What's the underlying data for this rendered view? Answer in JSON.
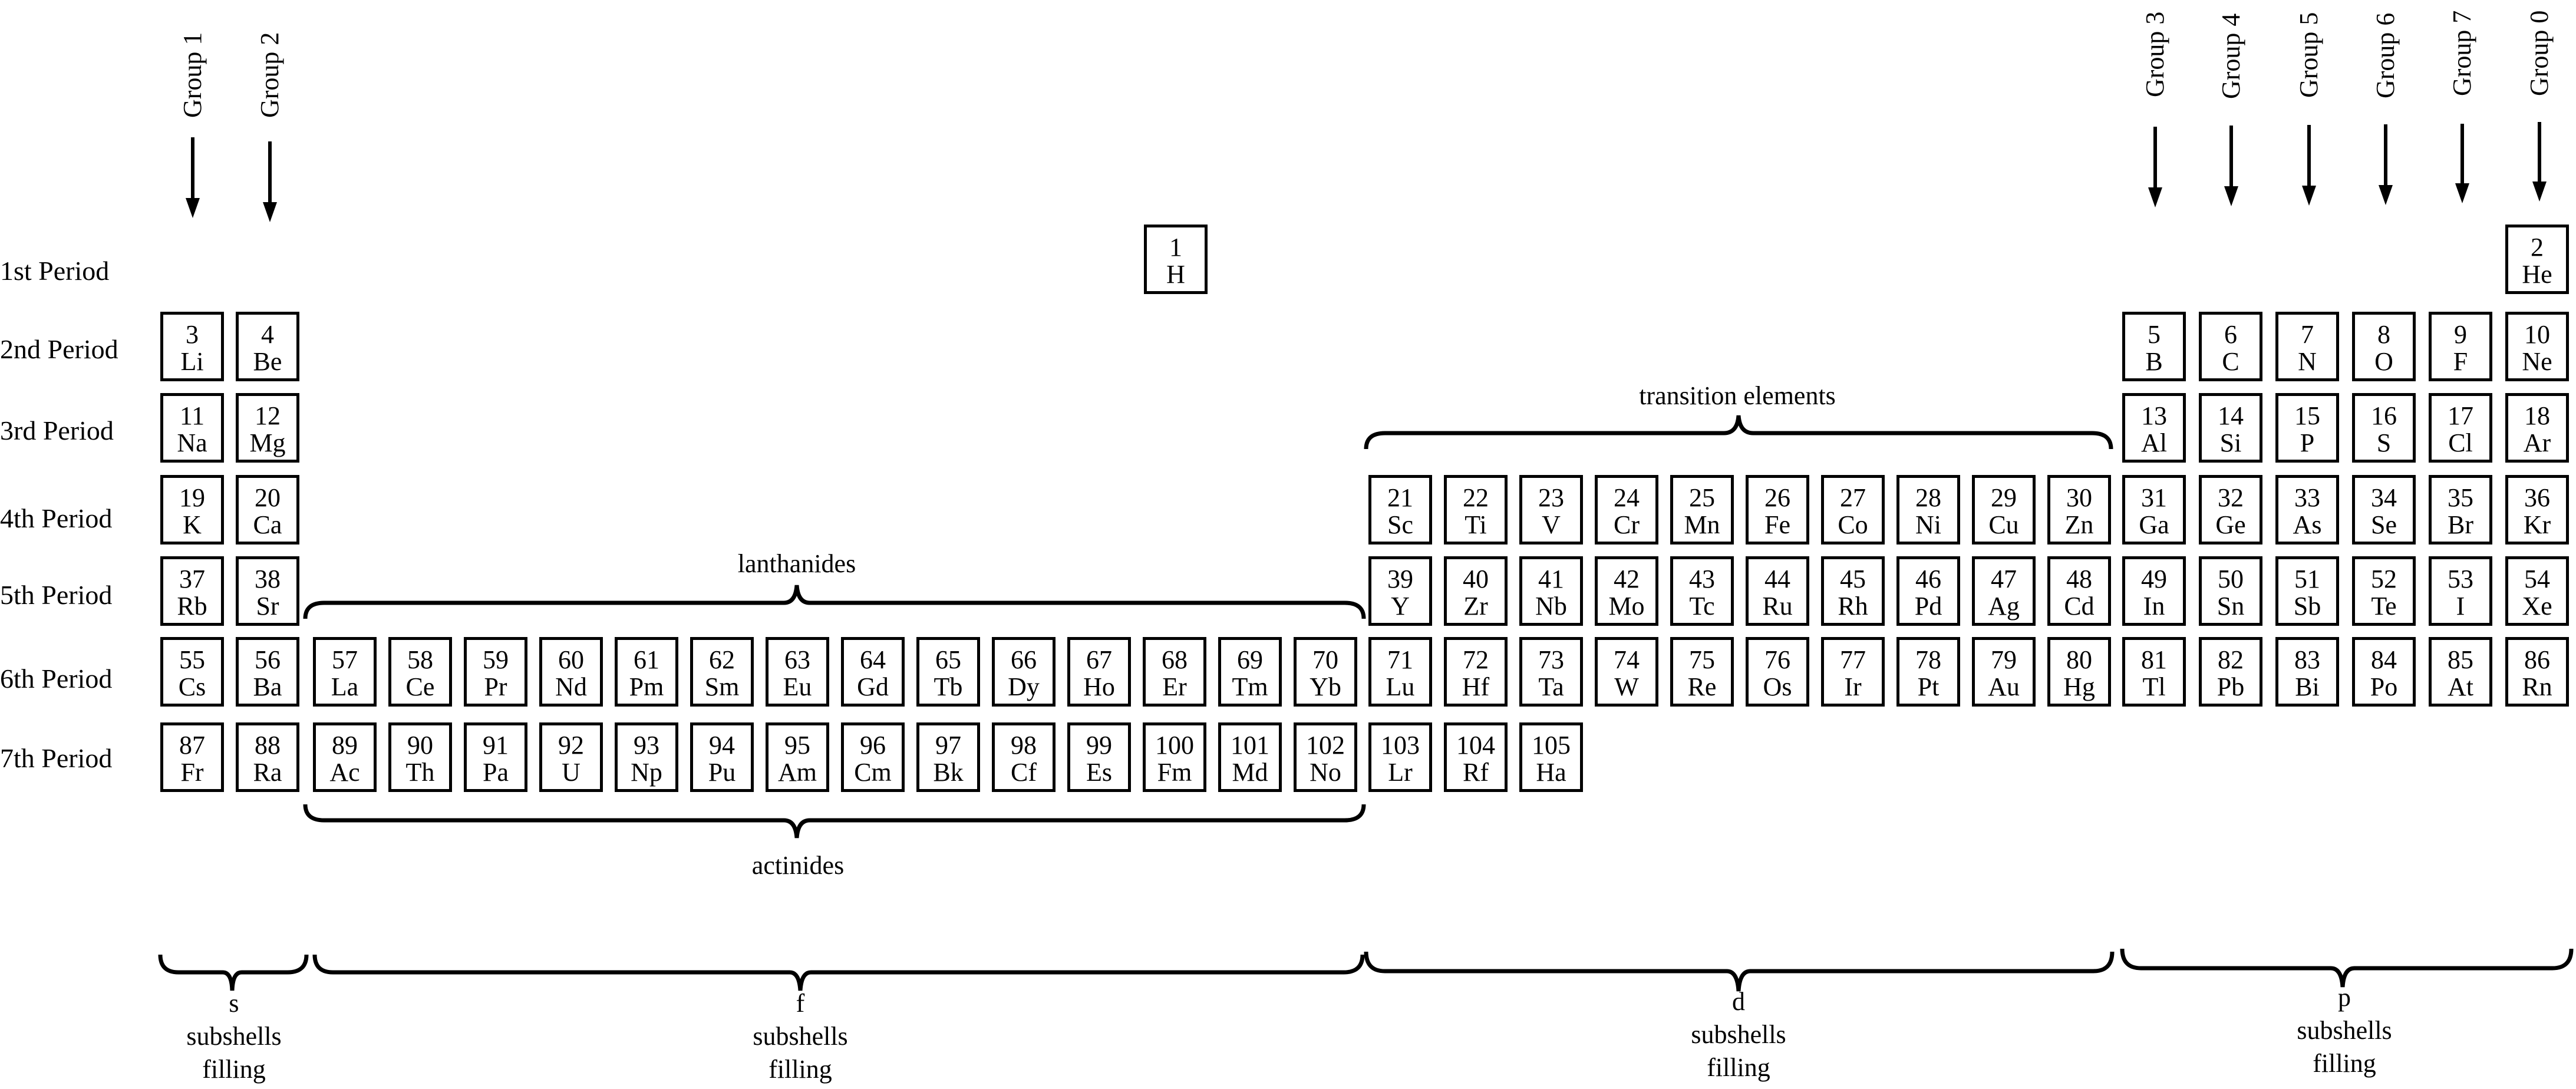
{
  "periods": [
    {
      "label": "1st Period"
    },
    {
      "label": "2nd Period"
    },
    {
      "label": "3rd Period"
    },
    {
      "label": "4th Period"
    },
    {
      "label": "5th Period"
    },
    {
      "label": "6th Period"
    },
    {
      "label": "7th Period"
    }
  ],
  "groups": [
    {
      "label": "Group 1"
    },
    {
      "label": "Group 2"
    },
    {
      "label": "Group 3"
    },
    {
      "label": "Group 4"
    },
    {
      "label": "Group 5"
    },
    {
      "label": "Group 6"
    },
    {
      "label": "Group 7"
    },
    {
      "label": "Group 0"
    }
  ],
  "annotations": {
    "transition": "transition elements",
    "lanthanides": "lanthanides",
    "actinides": "actinides"
  },
  "subshells": [
    {
      "letter": "s",
      "line2": "subshells",
      "line3": "filling"
    },
    {
      "letter": "f",
      "line2": "subshells",
      "line3": "filling"
    },
    {
      "letter": "d",
      "line2": "subshells",
      "line3": "filling"
    },
    {
      "letter": "p",
      "line2": "subshells",
      "line3": "filling"
    }
  ],
  "elements": {
    "period1": [
      {
        "num": "1",
        "sym": "H"
      },
      {
        "num": "2",
        "sym": "He"
      }
    ],
    "period2": [
      {
        "num": "3",
        "sym": "Li"
      },
      {
        "num": "4",
        "sym": "Be"
      },
      {
        "num": "5",
        "sym": "B"
      },
      {
        "num": "6",
        "sym": "C"
      },
      {
        "num": "7",
        "sym": "N"
      },
      {
        "num": "8",
        "sym": "O"
      },
      {
        "num": "9",
        "sym": "F"
      },
      {
        "num": "10",
        "sym": "Ne"
      }
    ],
    "period3": [
      {
        "num": "11",
        "sym": "Na"
      },
      {
        "num": "12",
        "sym": "Mg"
      },
      {
        "num": "13",
        "sym": "Al"
      },
      {
        "num": "14",
        "sym": "Si"
      },
      {
        "num": "15",
        "sym": "P"
      },
      {
        "num": "16",
        "sym": "S"
      },
      {
        "num": "17",
        "sym": "Cl"
      },
      {
        "num": "18",
        "sym": "Ar"
      }
    ],
    "period4": [
      {
        "num": "19",
        "sym": "K"
      },
      {
        "num": "20",
        "sym": "Ca"
      },
      {
        "num": "21",
        "sym": "Sc"
      },
      {
        "num": "22",
        "sym": "Ti"
      },
      {
        "num": "23",
        "sym": "V"
      },
      {
        "num": "24",
        "sym": "Cr"
      },
      {
        "num": "25",
        "sym": "Mn"
      },
      {
        "num": "26",
        "sym": "Fe"
      },
      {
        "num": "27",
        "sym": "Co"
      },
      {
        "num": "28",
        "sym": "Ni"
      },
      {
        "num": "29",
        "sym": "Cu"
      },
      {
        "num": "30",
        "sym": "Zn"
      },
      {
        "num": "31",
        "sym": "Ga"
      },
      {
        "num": "32",
        "sym": "Ge"
      },
      {
        "num": "33",
        "sym": "As"
      },
      {
        "num": "34",
        "sym": "Se"
      },
      {
        "num": "35",
        "sym": "Br"
      },
      {
        "num": "36",
        "sym": "Kr"
      }
    ],
    "period5": [
      {
        "num": "37",
        "sym": "Rb"
      },
      {
        "num": "38",
        "sym": "Sr"
      },
      {
        "num": "39",
        "sym": "Y"
      },
      {
        "num": "40",
        "sym": "Zr"
      },
      {
        "num": "41",
        "sym": "Nb"
      },
      {
        "num": "42",
        "sym": "Mo"
      },
      {
        "num": "43",
        "sym": "Tc"
      },
      {
        "num": "44",
        "sym": "Ru"
      },
      {
        "num": "45",
        "sym": "Rh"
      },
      {
        "num": "46",
        "sym": "Pd"
      },
      {
        "num": "47",
        "sym": "Ag"
      },
      {
        "num": "48",
        "sym": "Cd"
      },
      {
        "num": "49",
        "sym": "In"
      },
      {
        "num": "50",
        "sym": "Sn"
      },
      {
        "num": "51",
        "sym": "Sb"
      },
      {
        "num": "52",
        "sym": "Te"
      },
      {
        "num": "53",
        "sym": "I"
      },
      {
        "num": "54",
        "sym": "Xe"
      }
    ],
    "period6": [
      {
        "num": "55",
        "sym": "Cs"
      },
      {
        "num": "56",
        "sym": "Ba"
      },
      {
        "num": "57",
        "sym": "La"
      },
      {
        "num": "58",
        "sym": "Ce"
      },
      {
        "num": "59",
        "sym": "Pr"
      },
      {
        "num": "60",
        "sym": "Nd"
      },
      {
        "num": "61",
        "sym": "Pm"
      },
      {
        "num": "62",
        "sym": "Sm"
      },
      {
        "num": "63",
        "sym": "Eu"
      },
      {
        "num": "64",
        "sym": "Gd"
      },
      {
        "num": "65",
        "sym": "Tb"
      },
      {
        "num": "66",
        "sym": "Dy"
      },
      {
        "num": "67",
        "sym": "Ho"
      },
      {
        "num": "68",
        "sym": "Er"
      },
      {
        "num": "69",
        "sym": "Tm"
      },
      {
        "num": "70",
        "sym": "Yb"
      },
      {
        "num": "71",
        "sym": "Lu"
      },
      {
        "num": "72",
        "sym": "Hf"
      },
      {
        "num": "73",
        "sym": "Ta"
      },
      {
        "num": "74",
        "sym": "W"
      },
      {
        "num": "75",
        "sym": "Re"
      },
      {
        "num": "76",
        "sym": "Os"
      },
      {
        "num": "77",
        "sym": "Ir"
      },
      {
        "num": "78",
        "sym": "Pt"
      },
      {
        "num": "79",
        "sym": "Au"
      },
      {
        "num": "80",
        "sym": "Hg"
      },
      {
        "num": "81",
        "sym": "Tl"
      },
      {
        "num": "82",
        "sym": "Pb"
      },
      {
        "num": "83",
        "sym": "Bi"
      },
      {
        "num": "84",
        "sym": "Po"
      },
      {
        "num": "85",
        "sym": "At"
      },
      {
        "num": "86",
        "sym": "Rn"
      }
    ],
    "period7": [
      {
        "num": "87",
        "sym": "Fr"
      },
      {
        "num": "88",
        "sym": "Ra"
      },
      {
        "num": "89",
        "sym": "Ac"
      },
      {
        "num": "90",
        "sym": "Th"
      },
      {
        "num": "91",
        "sym": "Pa"
      },
      {
        "num": "92",
        "sym": "U"
      },
      {
        "num": "93",
        "sym": "Np"
      },
      {
        "num": "94",
        "sym": "Pu"
      },
      {
        "num": "95",
        "sym": "Am"
      },
      {
        "num": "96",
        "sym": "Cm"
      },
      {
        "num": "97",
        "sym": "Bk"
      },
      {
        "num": "98",
        "sym": "Cf"
      },
      {
        "num": "99",
        "sym": "Es"
      },
      {
        "num": "100",
        "sym": "Fm"
      },
      {
        "num": "101",
        "sym": "Md"
      },
      {
        "num": "102",
        "sym": "No"
      },
      {
        "num": "103",
        "sym": "Lr"
      },
      {
        "num": "104",
        "sym": "Rf"
      },
      {
        "num": "105",
        "sym": "Ha"
      }
    ]
  }
}
